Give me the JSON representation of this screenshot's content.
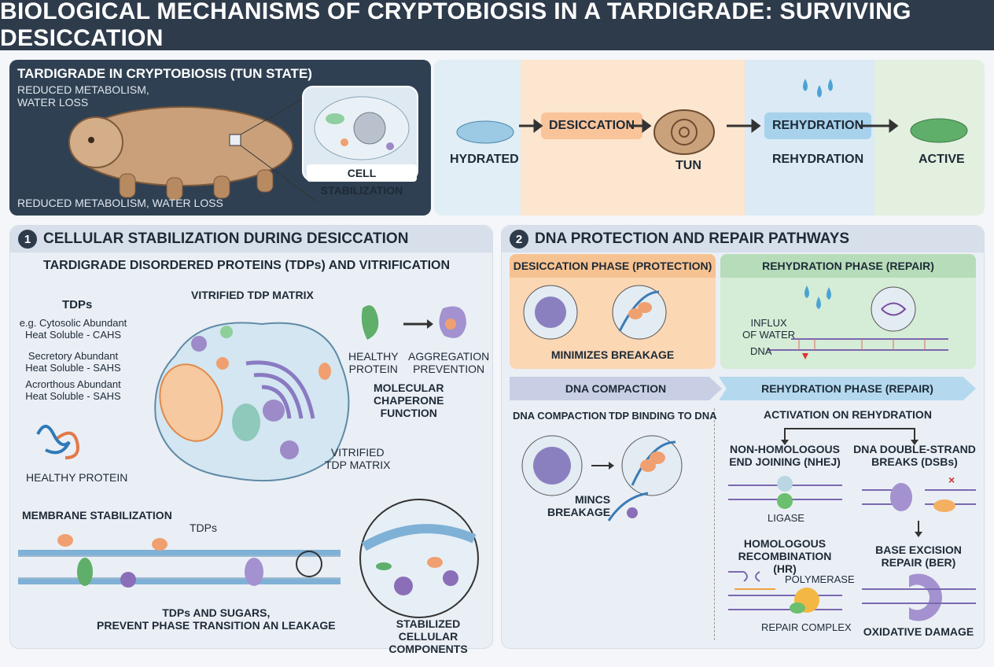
{
  "title": "BIOLOGICAL MECHANISMS OF CRYPTOBIOSIS IN A TARDIGRADE: SURVIVING DESICCATION",
  "top_left": {
    "heading": "TARDIGRADE IN CRYPTOBIOSIS (TUN STATE)",
    "subline": "REDUCED METABOLISM,\nWATER LOSS",
    "footer": "REDUCED METABOLISM, WATER LOSS",
    "inset_label": "CELL STABILIZATION"
  },
  "lifecycle": {
    "hydrated": "HYDRATED",
    "desiccation": "DESICCATION",
    "tun": "TUN",
    "rehydration_pill": "REHYDRATION",
    "rehydration": "REHYDRATION",
    "active": "ACTIVE"
  },
  "colors": {
    "title_bg": "#2e3b4b",
    "desiccation": "#f9c9a0",
    "rehydration": "#b9dcef",
    "active": "#d8ecd6",
    "protection": "#f7cfa8",
    "repair": "#cfe8d2"
  },
  "panel1": {
    "number": "1",
    "title": "CELLULAR STABILIZATION DURING DESICCATION",
    "subtitle": "TARDIGRADE DISORDERED PROTEINS (TDPs) AND VITRIFICATION",
    "tdps": "TDPs",
    "cahs": "e.g. Cytosolic Abundant\nHeat Soluble - CAHS",
    "sahs": "Secretory Abundant\nHeat Soluble - SAHS",
    "aahs": "Acrorthous Abundant\nHeat Soluble - SAHS",
    "matrix_top": "VITRIFIED TDP MATRIX",
    "matrix_right": "VITRIFIED\nTDP MATRIX",
    "healthy_protein_left": "HEALTHY PROTEIN",
    "healthy_protein_right": "HEALTHY\nPROTEIN",
    "aggregation": "AGGREGATION\nPREVENTION",
    "chaperone": "MOLECULAR\nCHAPERONE\nFUNCTION",
    "membrane": "MEMBRANE STABILIZATION",
    "membrane_tdps": "TDPs",
    "sugars": "TDPs AND SUGARS,\nPREVENT PHASE TRANSITION AN LEAKAGE",
    "stabilized": "STABILIZED\nCELLULAR COMPONENTS"
  },
  "panel2": {
    "number": "2",
    "title": "DNA PROTECTION AND REPAIR PATHWAYS",
    "desiccation_phase": "DESICCATION PHASE (PROTECTION)",
    "minimizes": "MINIMIZES BREAKAGE",
    "rehydration_phase": "REHYDRATION PHASE (REPAIR)",
    "influx": "INFLUX\nOF WATER",
    "dna": "DNA",
    "compaction_banner": "DNA COMPACTION",
    "rehydration_banner": "REHYDRATION PHASE (REPAIR)",
    "dna_compaction": "DNA COMPACTION",
    "tdp_binding": "TDP BINDING TO DNA",
    "mincs": "MINCS\nBREAKAGE",
    "activation": "ACTIVATION ON REHYDRATION",
    "nhej": "NON-HOMOLOGOUS\nEND JOINING (NHEJ)",
    "ligase": "LIGASE",
    "dsb": "DNA DOUBLE-STRAND\nBREAKS (DSBs)",
    "hr": "HOMOLOGOUS\nRECOMBINATION (HR)",
    "polymerase": "POLYMERASE",
    "repair_complex": "REPAIR COMPLEX",
    "ber": "BASE EXCISION\nREPAIR (BER)",
    "oxidative": "OXIDATIVE DAMAGE"
  }
}
